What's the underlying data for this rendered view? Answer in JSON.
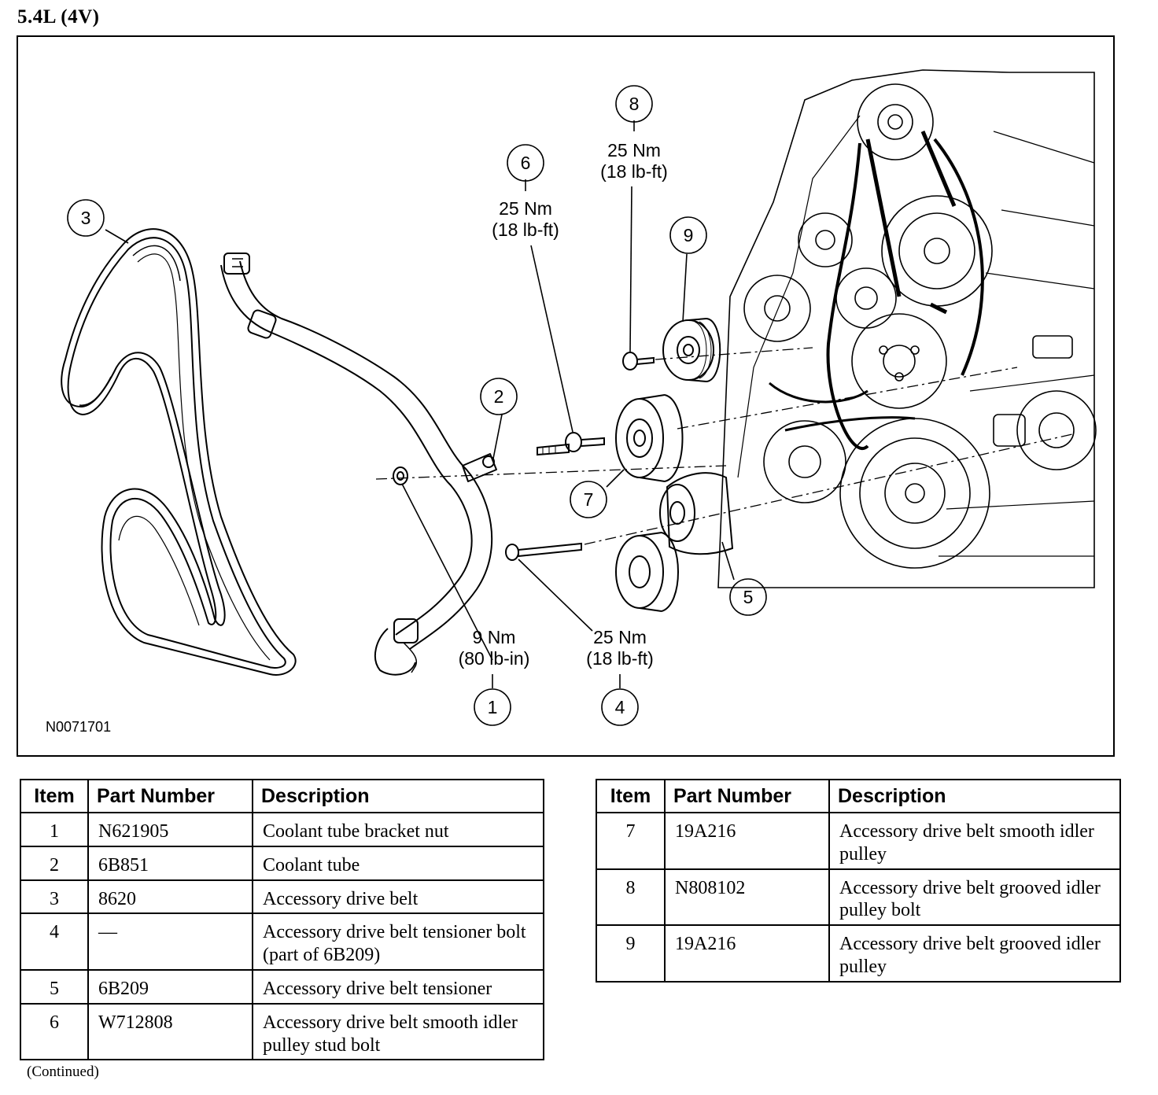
{
  "heading": "5.4L (4V)",
  "figure": {
    "figure_id": "N0071701",
    "callouts": [
      {
        "number": "1",
        "torque_nm": "9 Nm",
        "torque_imperial": "(80 lb-in)"
      },
      {
        "number": "2"
      },
      {
        "number": "3"
      },
      {
        "number": "4",
        "torque_nm": "25 Nm",
        "torque_imperial": "(18 lb-ft)"
      },
      {
        "number": "5"
      },
      {
        "number": "6",
        "torque_nm": "25 Nm",
        "torque_imperial": "(18 lb-ft)"
      },
      {
        "number": "7"
      },
      {
        "number": "8",
        "torque_nm": "25 Nm",
        "torque_imperial": "(18 lb-ft)"
      },
      {
        "number": "9"
      }
    ]
  },
  "parts_table": {
    "columns": [
      "Item",
      "Part Number",
      "Description"
    ],
    "left_rows": [
      {
        "item": "1",
        "part_number": "N621905",
        "description": "Coolant tube bracket nut"
      },
      {
        "item": "2",
        "part_number": "6B851",
        "description": "Coolant tube"
      },
      {
        "item": "3",
        "part_number": "8620",
        "description": "Accessory drive belt"
      },
      {
        "item": "4",
        "part_number": "—",
        "description": "Accessory drive belt tensioner bolt (part of 6B209)"
      },
      {
        "item": "5",
        "part_number": "6B209",
        "description": "Accessory drive belt tensioner"
      },
      {
        "item": "6",
        "part_number": "W712808",
        "description": "Accessory drive belt smooth idler pulley stud bolt"
      }
    ],
    "right_rows": [
      {
        "item": "7",
        "part_number": "19A216",
        "description": "Accessory drive belt smooth idler pulley"
      },
      {
        "item": "8",
        "part_number": "N808102",
        "description": "Accessory drive belt grooved idler pulley bolt"
      },
      {
        "item": "9",
        "part_number": "19A216",
        "description": "Accessory drive belt grooved idler pulley"
      }
    ]
  },
  "footer_note": "(Continued)"
}
